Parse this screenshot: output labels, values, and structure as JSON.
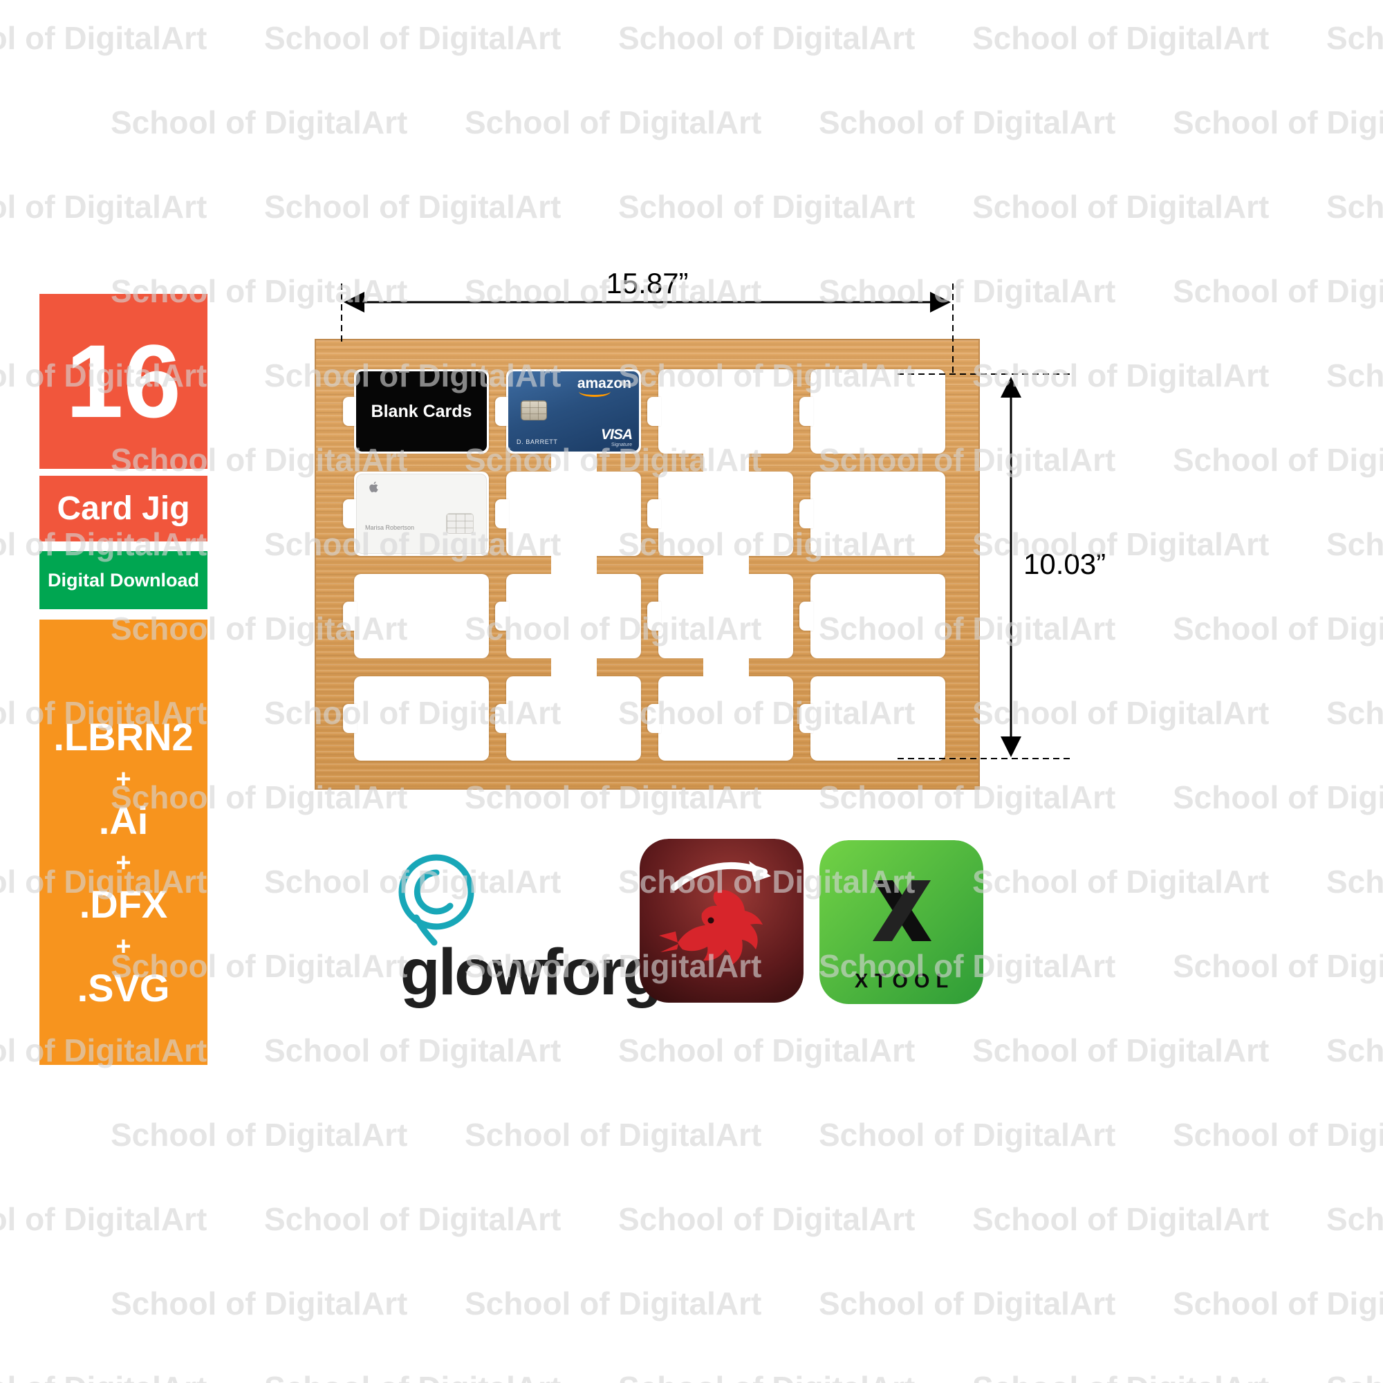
{
  "watermark": {
    "text": "School of DigitalArt"
  },
  "sidebar": {
    "count": "16",
    "title": "Card Jig",
    "download_label": "Digital Download",
    "formats": [
      ".LBRN2",
      "+",
      ".Ai",
      "+",
      ".DFX",
      "+",
      ".SVG"
    ],
    "colors": {
      "red_orange": "#F1563C",
      "green": "#00A651",
      "orange": "#F7941E"
    }
  },
  "diagram": {
    "width_label": "15.87”",
    "height_label": "10.03”",
    "board_color": "#DBA05C",
    "slot_count": 16,
    "cards": {
      "blank": {
        "label": "Blank Cards"
      },
      "amazon": {
        "brand": "amazon",
        "name": "D. BARRETT",
        "network": "VISA",
        "tier": "Signature"
      },
      "apple": {
        "name": "Marisa Robertson"
      }
    }
  },
  "logos": {
    "glowforge": {
      "word": "glowforge",
      "tm": "™",
      "color": "#18A7B8"
    },
    "lightburn": {
      "icon": "lightburn-dragon-icon",
      "colors": {
        "red": "#D7252B",
        "bg": "#4a1215"
      }
    },
    "xtool": {
      "label": "XTOOL",
      "colors": {
        "green": "#4FB83E"
      }
    }
  }
}
